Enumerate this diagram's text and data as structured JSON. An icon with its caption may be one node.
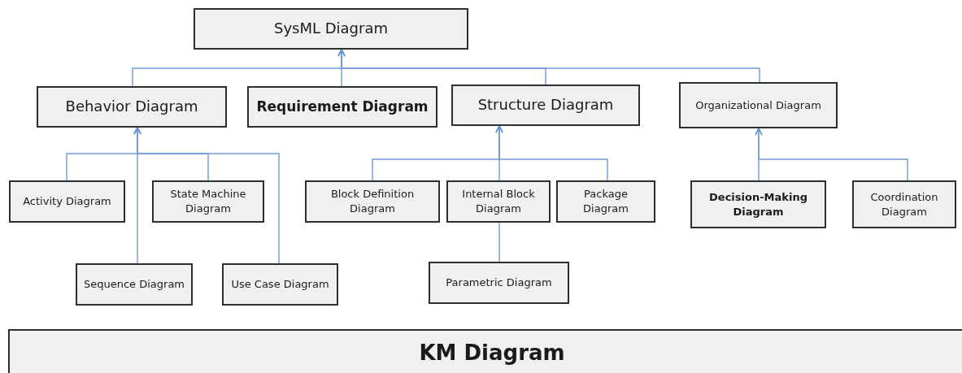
{
  "diagram": {
    "nodes": [
      {
        "text": [
          "SysML Diagram"
        ]
      },
      {
        "text": [
          "Behavior Diagram"
        ]
      },
      {
        "text": [
          "Requirement Diagram"
        ]
      },
      {
        "text": [
          "Structure Diagram"
        ]
      },
      {
        "text": [
          "Organizational Diagram"
        ]
      },
      {
        "text": [
          "Activity Diagram"
        ]
      },
      {
        "text": [
          "State Machine Diagram"
        ]
      },
      {
        "text": [
          "Sequence Diagram"
        ]
      },
      {
        "text": [
          "Use Case Diagram"
        ]
      },
      {
        "text": [
          "Block Definition Diagram"
        ]
      },
      {
        "text": [
          "Internal Block Diagram"
        ]
      },
      {
        "text": [
          "Package Diagram"
        ]
      },
      {
        "text": [
          "Parametric Diagram"
        ]
      },
      {
        "text": [
          "Decision-Making Diagram"
        ]
      },
      {
        "text": [
          "Coordination Diagram"
        ]
      },
      {
        "text": [
          "KM Diagram"
        ]
      }
    ],
    "edges": [
      {
        "from": 1,
        "to": 0,
        "arrow": "to"
      },
      {
        "from": 2,
        "to": 0,
        "arrow": "to"
      },
      {
        "from": 3,
        "to": 0,
        "arrow": "to"
      },
      {
        "from": 4,
        "to": 0,
        "arrow": "to"
      },
      {
        "from": 5,
        "to": 1,
        "arrow": "to"
      },
      {
        "from": 6,
        "to": 1,
        "arrow": "to"
      },
      {
        "from": 7,
        "to": 1,
        "arrow": "to"
      },
      {
        "from": 8,
        "to": 1,
        "arrow": "to"
      },
      {
        "from": 9,
        "to": 3,
        "arrow": "to"
      },
      {
        "from": 10,
        "to": 3,
        "arrow": "to"
      },
      {
        "from": 11,
        "to": 3,
        "arrow": "to"
      },
      {
        "from": 12,
        "to": 10,
        "arrow": "none"
      },
      {
        "from": 13,
        "to": 4,
        "arrow": "to"
      },
      {
        "from": 14,
        "to": 4,
        "arrow": "to"
      }
    ]
  }
}
